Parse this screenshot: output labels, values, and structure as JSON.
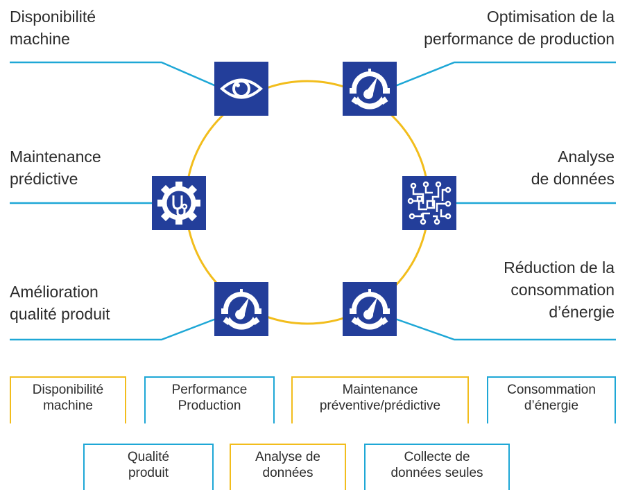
{
  "colors": {
    "navy": "#233e9a",
    "gold": "#f2bd1c",
    "cyan": "#1ea7d6",
    "text": "#2b2b2b"
  },
  "features": [
    {
      "id": "disponibilite",
      "icon": "eye-icon",
      "lines": [
        "Disponibilité",
        "machine"
      ]
    },
    {
      "id": "optimisation",
      "icon": "performance-gauge-icon",
      "lines": [
        "Optimisation de la",
        "performance de production"
      ]
    },
    {
      "id": "maintenance",
      "icon": "stethoscope-gear-icon",
      "lines": [
        "Maintenance",
        "prédictive"
      ]
    },
    {
      "id": "analyse",
      "icon": "circuit-icon",
      "lines": [
        "Analyse",
        "de données"
      ]
    },
    {
      "id": "amelioration",
      "icon": "quality-gauge-icon",
      "lines": [
        "Amélioration",
        "qualité produit"
      ]
    },
    {
      "id": "reduction",
      "icon": "energy-gauge-icon",
      "lines": [
        "Réduction de la",
        "consommation",
        "d’énergie"
      ]
    }
  ],
  "tags": [
    {
      "lines": [
        "Disponibilité",
        "machine"
      ],
      "color": "yellow"
    },
    {
      "lines": [
        "Performance",
        "Production"
      ],
      "color": "blue"
    },
    {
      "lines": [
        "Maintenance",
        "préventive/prédictive"
      ],
      "color": "yellow"
    },
    {
      "lines": [
        "Consommation",
        "d’énergie"
      ],
      "color": "blue"
    },
    {
      "lines": [
        "Qualité",
        "produit"
      ],
      "color": "blue"
    },
    {
      "lines": [
        "Analyse de",
        "données"
      ],
      "color": "yellow"
    },
    {
      "lines": [
        "Collecte de",
        "données seules"
      ],
      "color": "blue"
    }
  ]
}
